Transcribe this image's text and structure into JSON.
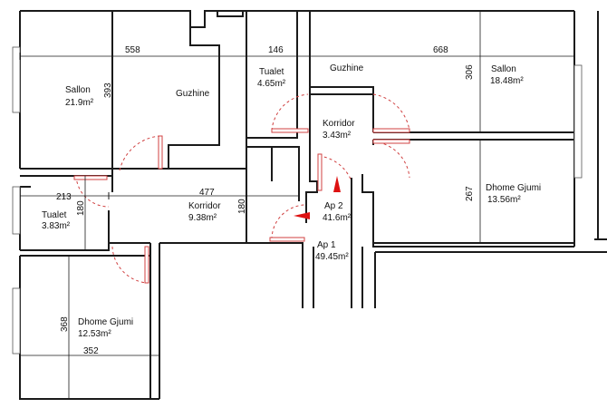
{
  "rooms": [
    {
      "id": "sallon-left",
      "name": "Sallon",
      "area": "21.9m²"
    },
    {
      "id": "guzhine-left",
      "name": "Guzhine",
      "area": ""
    },
    {
      "id": "tualet-top",
      "name": "Tualet",
      "area": "4.65m²"
    },
    {
      "id": "guzhine-right",
      "name": "Guzhine",
      "area": ""
    },
    {
      "id": "sallon-right",
      "name": "Sallon",
      "area": "18.48m²"
    },
    {
      "id": "korridor-right",
      "name": "Korridor",
      "area": "3.43m²"
    },
    {
      "id": "dhome-gjumi-right",
      "name": "Dhome Gjumi",
      "area": "13.56m²"
    },
    {
      "id": "tualet-left",
      "name": "Tualet",
      "area": "3.83m²"
    },
    {
      "id": "korridor-left",
      "name": "Korridor",
      "area": "9.38m²"
    },
    {
      "id": "ap-2",
      "name": "Ap 2",
      "area": "41.6m²"
    },
    {
      "id": "ap-1",
      "name": "Ap 1",
      "area": "49.45m²"
    },
    {
      "id": "dhome-gjumi-left",
      "name": "Dhome Gjumi",
      "area": "12.53m²"
    }
  ],
  "dimensions": [
    {
      "id": "dim-558",
      "value": "558"
    },
    {
      "id": "dim-146",
      "value": "146"
    },
    {
      "id": "dim-668",
      "value": "668"
    },
    {
      "id": "dim-393",
      "value": "393"
    },
    {
      "id": "dim-306",
      "value": "306"
    },
    {
      "id": "dim-267",
      "value": "267"
    },
    {
      "id": "dim-213",
      "value": "213"
    },
    {
      "id": "dim-477",
      "value": "477"
    },
    {
      "id": "dim-180-left",
      "value": "180"
    },
    {
      "id": "dim-180-mid",
      "value": "180"
    },
    {
      "id": "dim-368",
      "value": "368"
    },
    {
      "id": "dim-352",
      "value": "352"
    }
  ],
  "colors": {
    "wall": "#1a1a1a",
    "door_swing": "#d04040",
    "entry_marker": "#dd1111",
    "background": "#ffffff"
  }
}
